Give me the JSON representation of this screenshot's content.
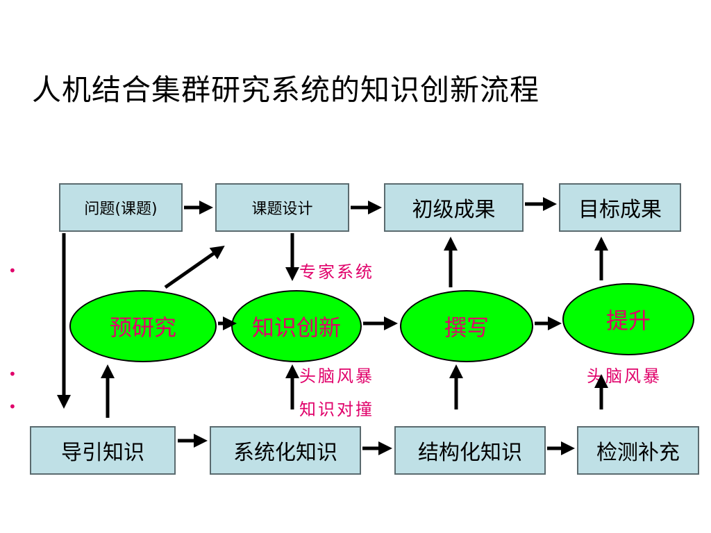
{
  "title": "人机结合集群研究系统的知识创新流程",
  "top_row": {
    "b1": "问题(课题)",
    "b2": "课题设计",
    "b3": "初级成果",
    "b4": "目标成果"
  },
  "middle_row": {
    "o1": "预研究",
    "o2": "知识创新",
    "o3": "撰写",
    "o4": "提升"
  },
  "bottom_row": {
    "b1": "导引知识",
    "b2": "系统化知识",
    "b3": "结构化知识",
    "b4": "检测补充"
  },
  "notes": {
    "expert_system": "专家系统",
    "brainstorm_1": "头脑风暴",
    "knowledge_collision": "知识对撞",
    "brainstorm_2": "头脑风暴"
  },
  "bullet_glyph": "•",
  "colors": {
    "box_fill": "#bfe0e6",
    "oval_fill": "#00ff00",
    "oval_text": "#e0006a",
    "note_text": "#e0006a"
  }
}
